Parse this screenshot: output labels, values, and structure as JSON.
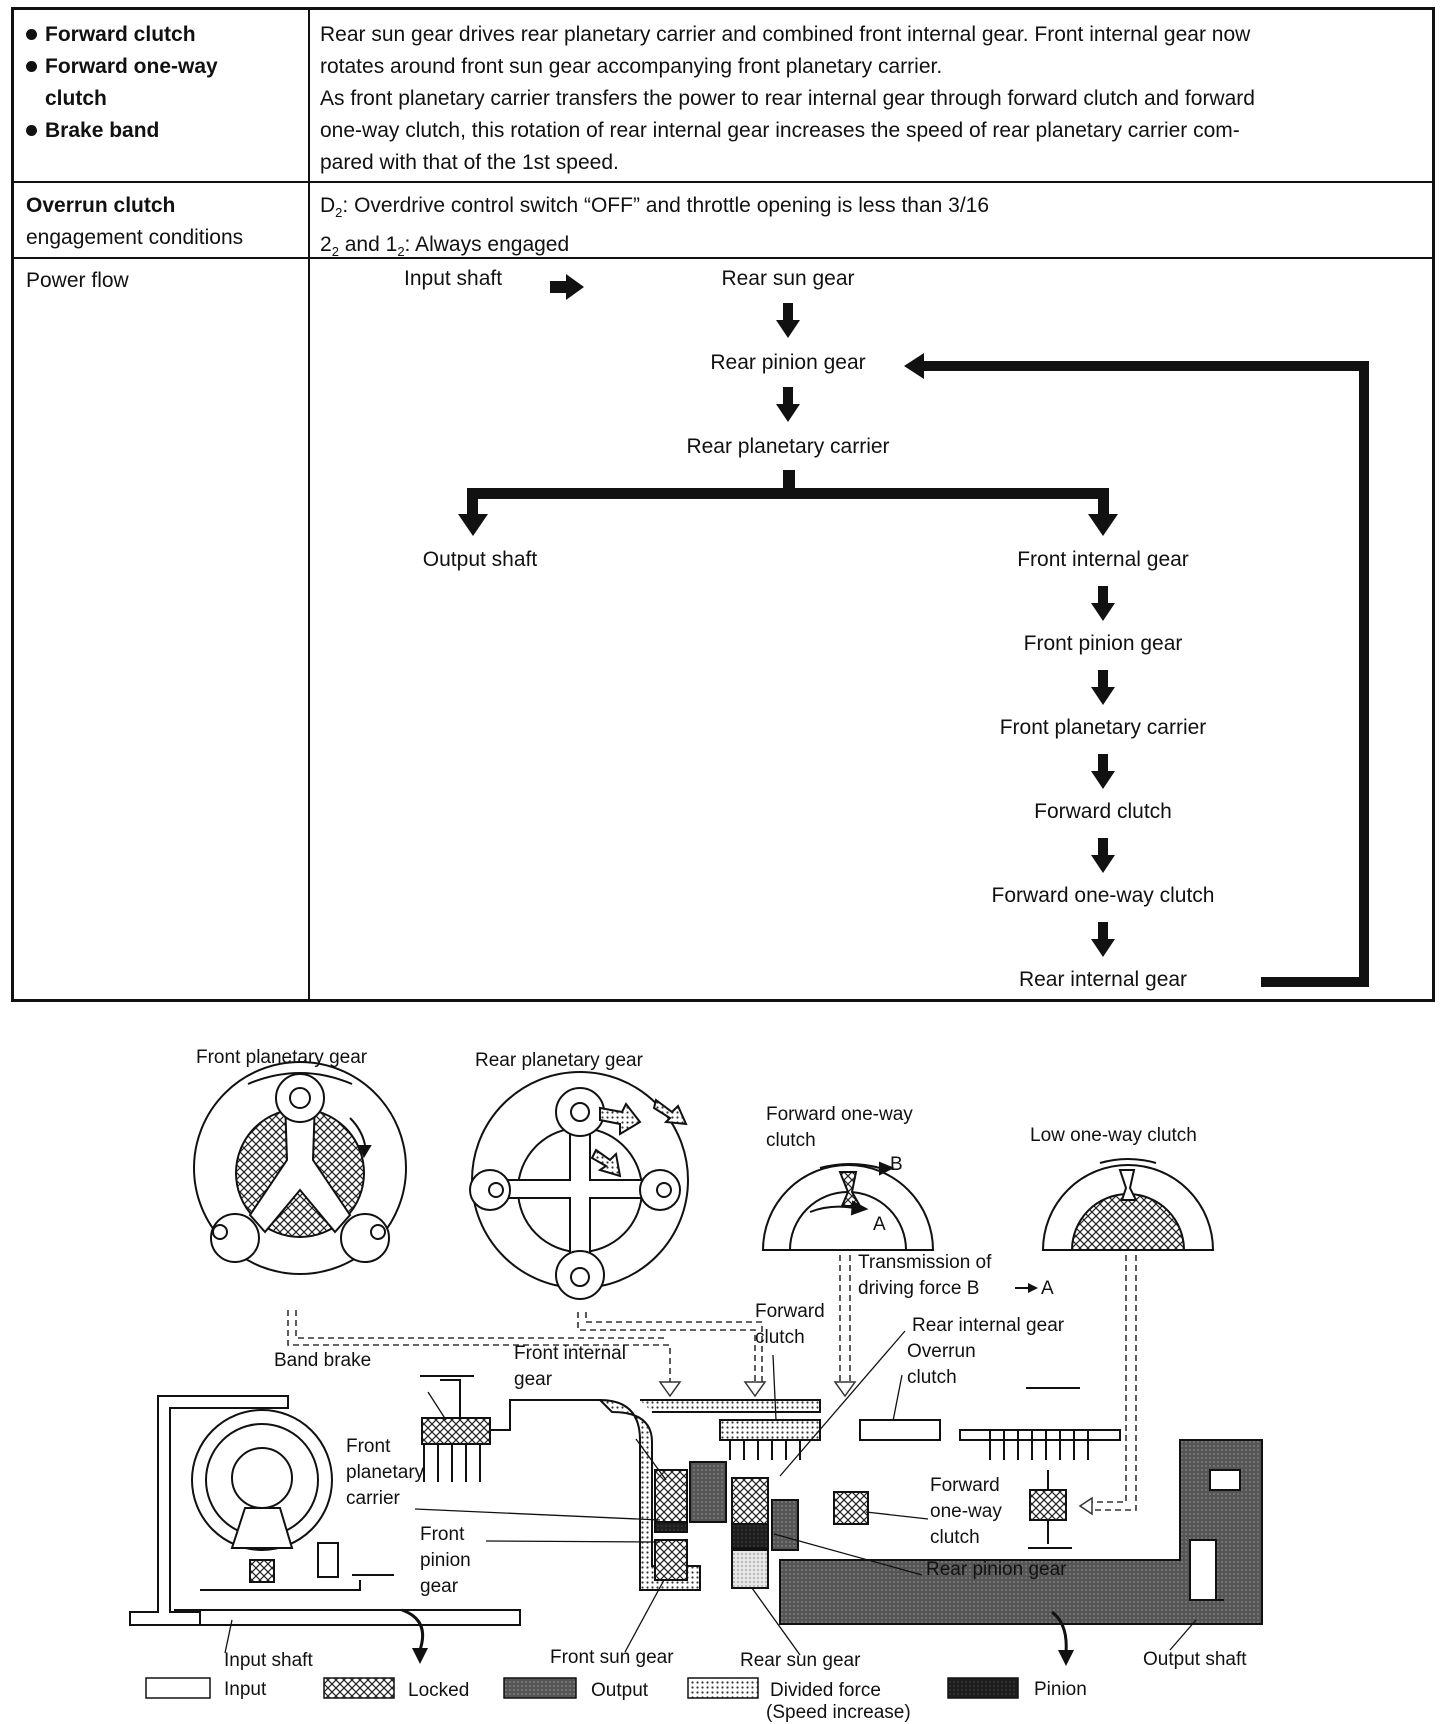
{
  "row1": {
    "elements": [
      "Forward clutch",
      "Forward one-way",
      "clutch",
      "Brake band"
    ],
    "description": [
      "Rear sun gear drives rear planetary carrier and combined front internal gear. Front internal gear now",
      "rotates around front sun gear accompanying front planetary carrier.",
      "As front planetary carrier transfers the power to rear internal gear through forward clutch and forward",
      "one-way clutch, this rotation of rear internal gear increases the speed of rear planetary carrier com-",
      "pared with that of the 1st speed."
    ]
  },
  "row2": {
    "label_bold": "Overrun clutch",
    "label_rest": "engagement conditions",
    "line1_prefix": "D",
    "line1_sub": "2",
    "line1_text": ": Overdrive control switch “OFF” and throttle opening is less than 3/16",
    "line2_a": "2",
    "line2_a_sub": "2",
    "line2_mid": " and 1",
    "line2_b_sub": "2",
    "line2_text": ": Always engaged"
  },
  "row3": {
    "label": "Power flow",
    "flow": {
      "input_shaft": "Input shaft",
      "rear_sun_gear": "Rear sun gear",
      "rear_pinion_gear": "Rear pinion gear",
      "rear_planetary_carrier": "Rear planetary carrier",
      "output_shaft": "Output shaft",
      "front_internal_gear": "Front internal gear",
      "front_pinion_gear": "Front pinion gear",
      "front_planetary_carrier": "Front planetary carrier",
      "forward_clutch": "Forward clutch",
      "forward_one_way_clutch": "Forward one-way clutch",
      "rear_internal_gear": "Rear internal gear"
    }
  },
  "diagram": {
    "front_planetary_gear": "Front planetary gear",
    "rear_planetary_gear": "Rear planetary gear",
    "forward_one_way_clutch_1": "Forward one-way",
    "forward_one_way_clutch_2": "clutch",
    "low_one_way_clutch": "Low one-way clutch",
    "mark_a": "A",
    "mark_b": "B",
    "transmission_1": "Transmission of",
    "transmission_2": "driving force B",
    "transmission_3": "A",
    "forward_clutch_1": "Forward",
    "forward_clutch_2": "clutch",
    "rear_internal_gear": "Rear internal gear",
    "overrun_clutch_1": "Overrun",
    "overrun_clutch_2": "clutch",
    "band_brake": "Band brake",
    "front_internal_gear_1": "Front internal",
    "front_internal_gear_2": "gear",
    "front_planetary_carrier_1": "Front",
    "front_planetary_carrier_2": "planetary",
    "front_planetary_carrier_3": "carrier",
    "front_pinion_gear_1": "Front",
    "front_pinion_gear_2": "pinion",
    "front_pinion_gear_3": "gear",
    "forward_one_way_clutch_b1": "Forward",
    "forward_one_way_clutch_b2": "one-way",
    "forward_one_way_clutch_b3": "clutch",
    "rear_pinion_gear": "Rear pinion gear",
    "input_shaft": "Input shaft",
    "front_sun_gear": "Front sun gear",
    "rear_sun_gear": "Rear sun gear",
    "output_shaft": "Output shaft"
  },
  "legend": {
    "input": "Input",
    "locked": "Locked",
    "output": "Output",
    "divided_force_1": "Divided force",
    "divided_force_2": "(Speed increase)",
    "pinion": "Pinion"
  }
}
